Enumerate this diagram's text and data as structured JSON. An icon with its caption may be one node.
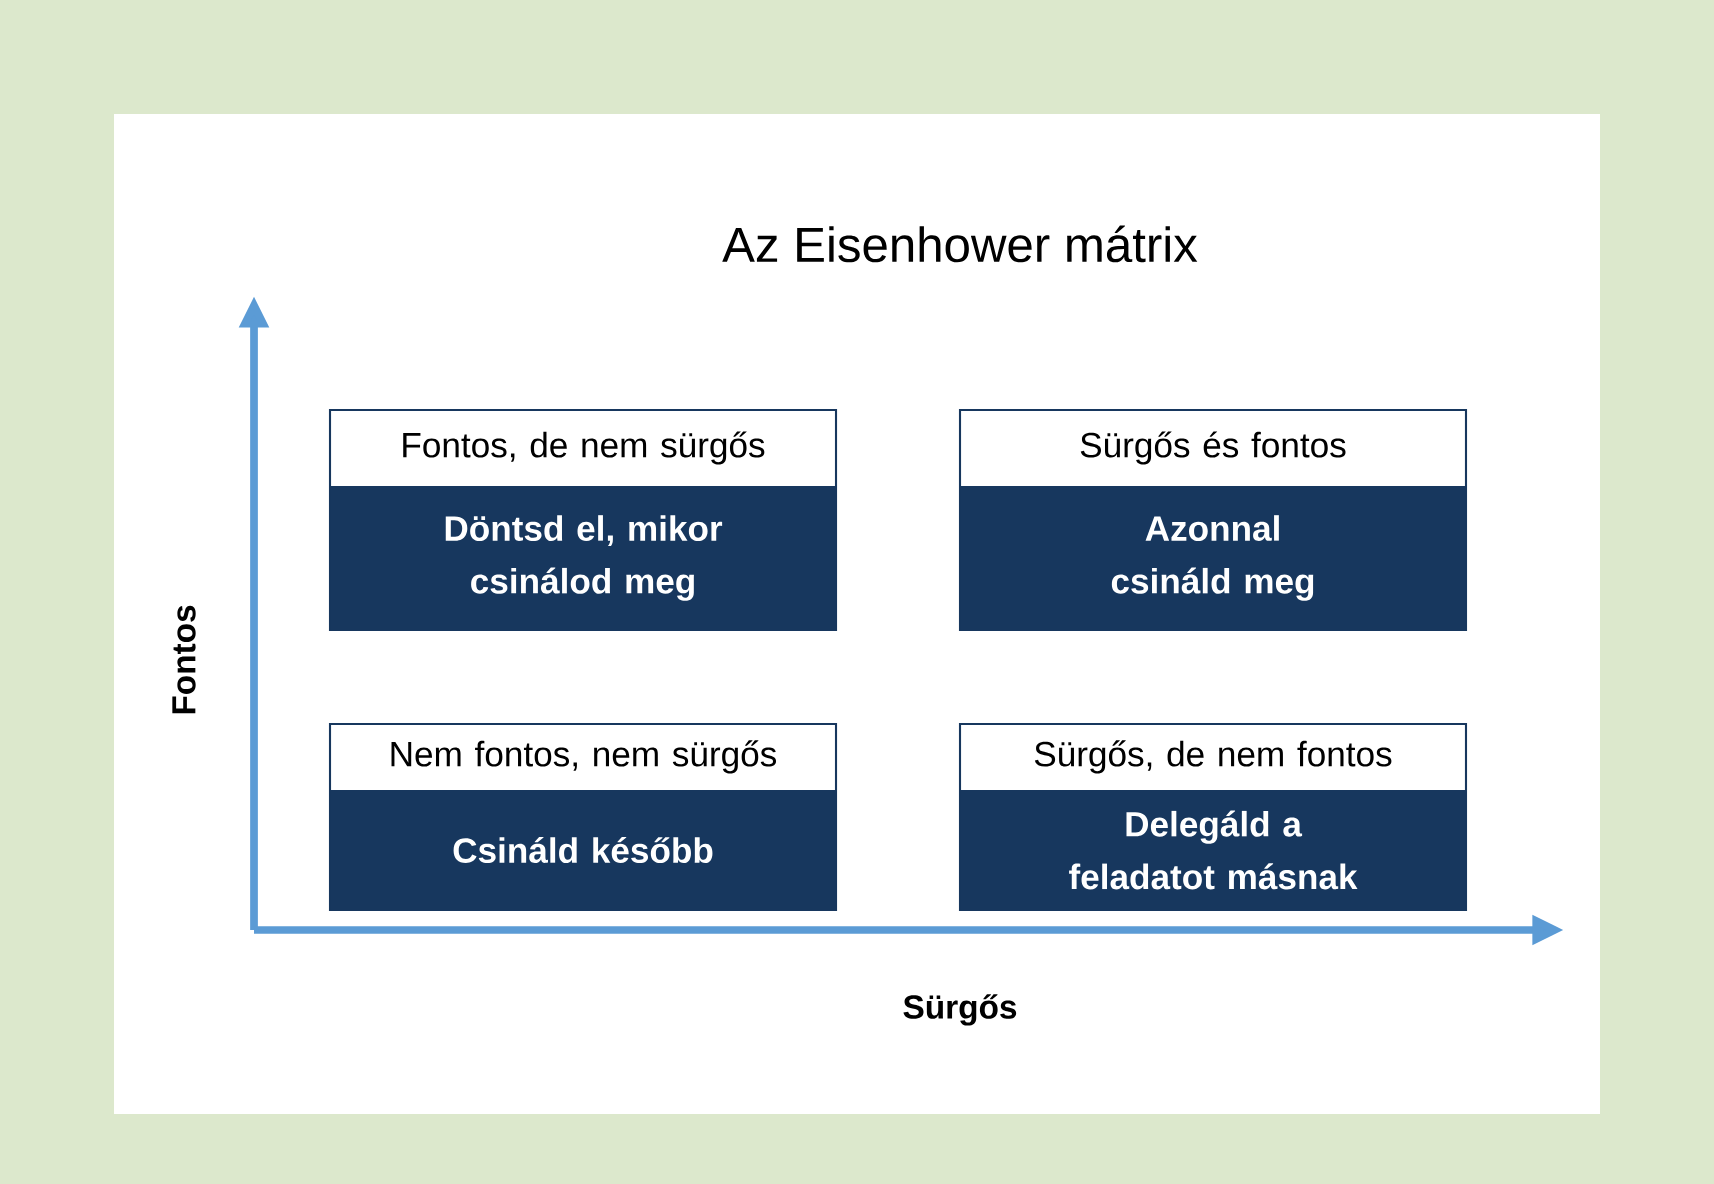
{
  "diagram": {
    "title": "Az Eisenhower mátrix",
    "nodes": [
      {
        "text": [
          "Fontos, de nem sürgős",
          "Döntsd el, mikor csinálod meg"
        ]
      },
      {
        "text": [
          "Sürgős és fontos",
          "Azonnal csináld meg"
        ]
      },
      {
        "text": [
          "Nem fontos, nem sürgős",
          "Csináld később"
        ]
      },
      {
        "text": [
          "Sürgős, de nem fontos",
          "Delegáld a feladatot másnak"
        ]
      }
    ],
    "labels": [
      "Fontos",
      "Sürgős"
    ]
  }
}
